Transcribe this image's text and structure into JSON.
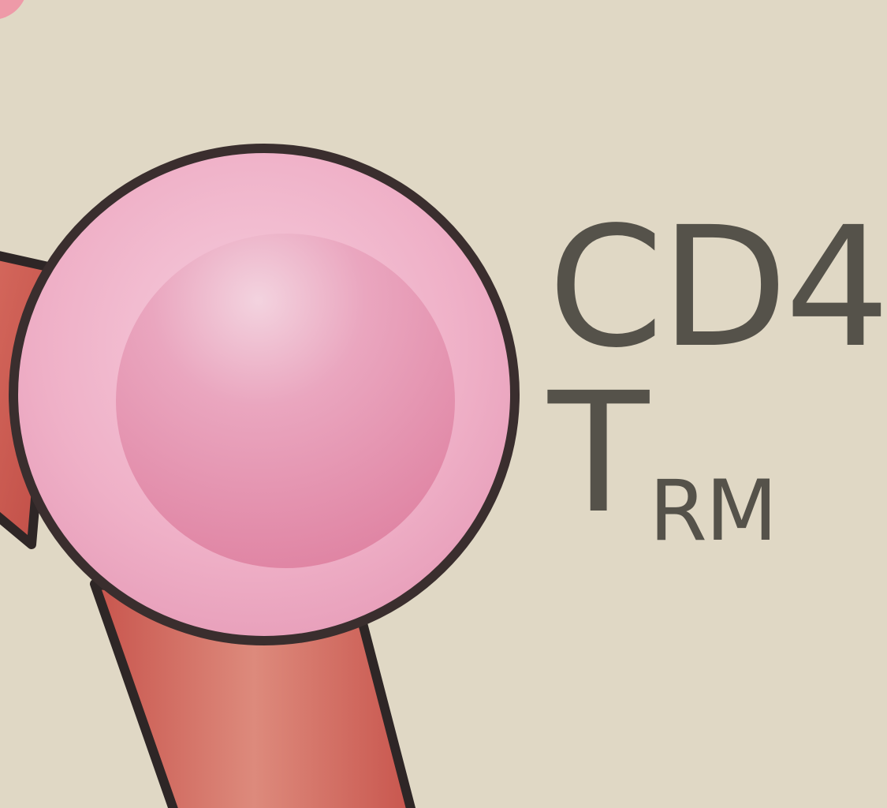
{
  "diagram": {
    "cell": {
      "type": "T cell",
      "outer_color": "#eeaac4",
      "outline_color": "#3a2e2e",
      "nucleus_color": "#e48aab"
    },
    "vessel_color": "#d2665a",
    "background": "#e0d8c5",
    "label": {
      "marker": "CD4",
      "cell_letter": "T",
      "subscript": "RM"
    }
  }
}
